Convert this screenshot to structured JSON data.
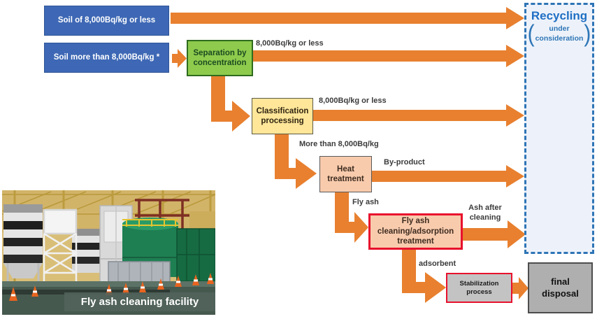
{
  "flow": {
    "boxes": {
      "soil_less": "Soil of 8,000Bq/kg  or less",
      "soil_more": "Soil more than 8,000Bq/kg  *",
      "separation": "Separation by concentration",
      "classification": "Classification processing",
      "heat": "Heat treatment",
      "flyash_cleaning": "Fly ash cleaning/adsorption treatment",
      "stabilization": "Stabilization process",
      "final_disposal": "final disposal"
    },
    "recycling": {
      "title": "Recycling",
      "paren_open": "(",
      "paren_close": ")",
      "subtitle_line1": "under",
      "subtitle_line2": "consideration"
    },
    "labels": {
      "bqkg_or_less": "8,000Bq/kg  or less",
      "more_than": "More than 8,000Bq/kg",
      "byproduct": "By-product",
      "flyash": "Fly ash",
      "ash_after_cleaning": "Ash after cleaning",
      "adsorbent": "adsorbent"
    },
    "photo_caption": "Fly ash cleaning facility"
  },
  "colors": {
    "arrow_orange": "#E8802F",
    "box_blue": "#3E68B5",
    "box_green": "#8ECB4D",
    "box_yellow": "#FFE699",
    "box_peach": "#F8CBAD",
    "red_border": "#E8112D",
    "recycling_border": "#2E75B6",
    "recycling_fill": "#EDF2FA",
    "recycling_text": "#1F6FC4",
    "gray_box": "#AFAFAF"
  }
}
